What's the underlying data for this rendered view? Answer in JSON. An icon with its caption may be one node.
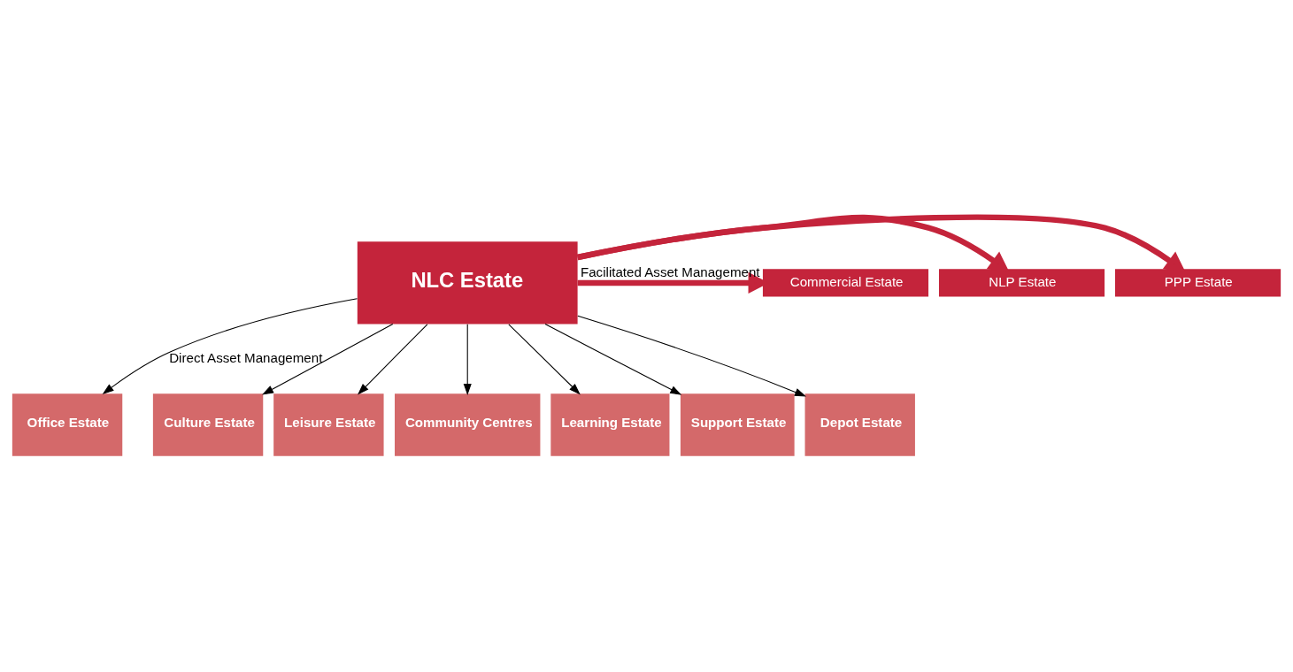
{
  "diagram": {
    "nodes": [
      {
        "text": [
          "NLC Estate"
        ]
      },
      {
        "text": [
          "PPP Estate"
        ]
      },
      {
        "text": [
          "NLP Estate"
        ]
      },
      {
        "text": [
          "Commercial Estate"
        ]
      },
      {
        "text": [
          "Office Estate"
        ]
      },
      {
        "text": [
          "Culture Estate"
        ]
      },
      {
        "text": [
          "Leisure Estate"
        ]
      },
      {
        "text": [
          "Community Centres"
        ]
      },
      {
        "text": [
          "Learning Estate"
        ]
      },
      {
        "text": [
          "Support Estate"
        ]
      },
      {
        "text": [
          "Depot Estate"
        ]
      }
    ],
    "edges": [
      {
        "from": 0,
        "to": 1,
        "arrow": "to",
        "style": "thick",
        "color": "#c4243b"
      },
      {
        "from": 0,
        "to": 2,
        "arrow": "to",
        "style": "thick",
        "color": "#c4243b"
      },
      {
        "from": 0,
        "to": 3,
        "arrow": "to",
        "label": "Facilitated Asset Management",
        "style": "thick",
        "color": "#c4243b"
      },
      {
        "from": 0,
        "to": 4,
        "arrow": "to",
        "label": "Direct Asset Management"
      },
      {
        "from": 0,
        "to": 5,
        "arrow": "to"
      },
      {
        "from": 0,
        "to": 6,
        "arrow": "to"
      },
      {
        "from": 0,
        "to": 7,
        "arrow": "to"
      },
      {
        "from": 0,
        "to": 8,
        "arrow": "to"
      },
      {
        "from": 0,
        "to": 9,
        "arrow": "to"
      },
      {
        "from": 0,
        "to": 10,
        "arrow": "to"
      }
    ]
  }
}
